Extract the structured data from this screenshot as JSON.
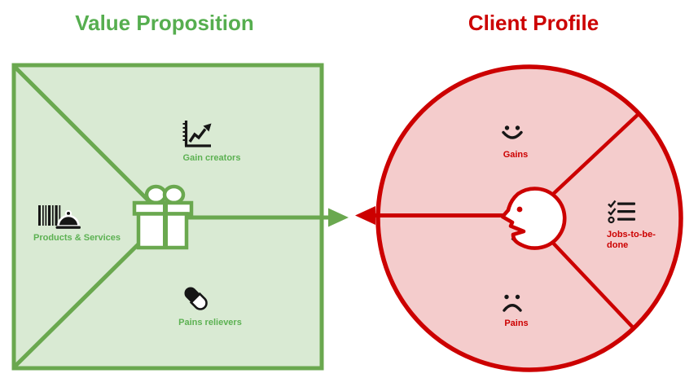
{
  "value_proposition": {
    "title": "Value Proposition",
    "center_icon": "gift-icon",
    "sections": [
      {
        "label": "Gain creators",
        "icon": "line-chart-icon"
      },
      {
        "label": "Products & Services",
        "icon": "barcode-cloche-icon"
      },
      {
        "label": "Pains relievers",
        "icon": "capsule-icon"
      }
    ]
  },
  "client_profile": {
    "title": "Client Profile",
    "center_icon": "head-profile-icon",
    "sections": [
      {
        "label": "Gains",
        "icon": "smiley-face-icon"
      },
      {
        "label": "Jobs-to-be-done",
        "icon": "checklist-icon"
      },
      {
        "label": "Pains",
        "icon": "sad-face-icon"
      }
    ]
  },
  "colors": {
    "green_accent": "#6aa84f",
    "green_fill": "#d9ead3",
    "green_text": "#5cb152",
    "red_accent": "#cc0000",
    "red_fill": "#f4cccc",
    "icon_black": "#161616"
  }
}
